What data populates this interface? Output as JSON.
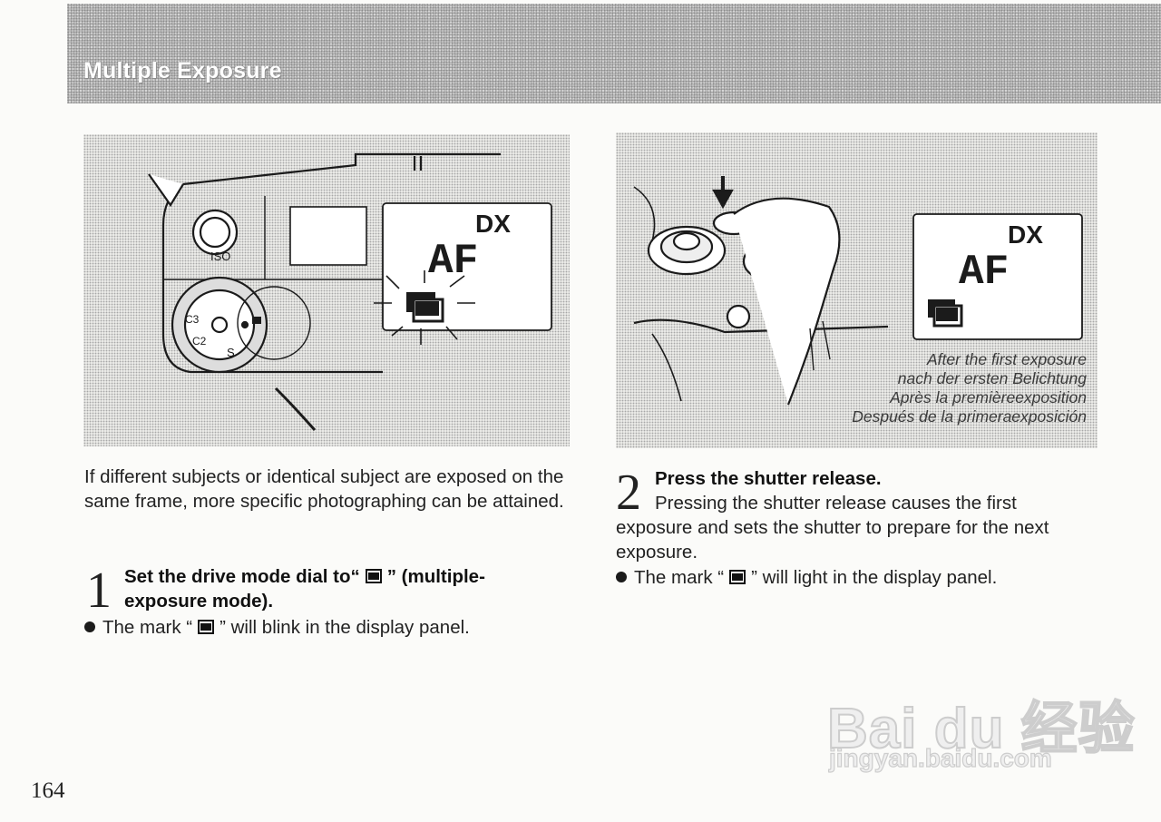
{
  "header": {
    "title": "Multiple Exposure"
  },
  "figure1": {
    "lcd_top": "DX",
    "lcd_main": "AF",
    "dial_label": "ISO"
  },
  "figure2": {
    "lcd_top": "DX",
    "lcd_main": "AF",
    "caption": [
      "After the first exposure",
      "nach der ersten Belichtung",
      "Après la premièreexposition",
      "Después de la primeraexposición"
    ]
  },
  "intro": "If different subjects or identical subject are exposed on the same frame, more specific photographing can be attained.",
  "step1": {
    "number": "1",
    "title_a": "Set the drive mode dial to“",
    "title_b": "” (multiple-exposure mode).",
    "bullet_a": "The mark “",
    "bullet_b": "” will blink in the display panel."
  },
  "step2": {
    "number": "2",
    "title": "Press the shutter release.",
    "body": "Pressing the shutter release causes the first exposure and sets the shutter to prepare for the next exposure.",
    "bullet_a": "The mark “",
    "bullet_b": "” will light in the display panel."
  },
  "page_number": "164",
  "watermark": {
    "logo": "Bai du 经验",
    "url": "jingyan.baidu.com"
  },
  "colors": {
    "band": "#bdbdbd",
    "text": "#1b1b1b",
    "paper": "#fbfbf9"
  }
}
